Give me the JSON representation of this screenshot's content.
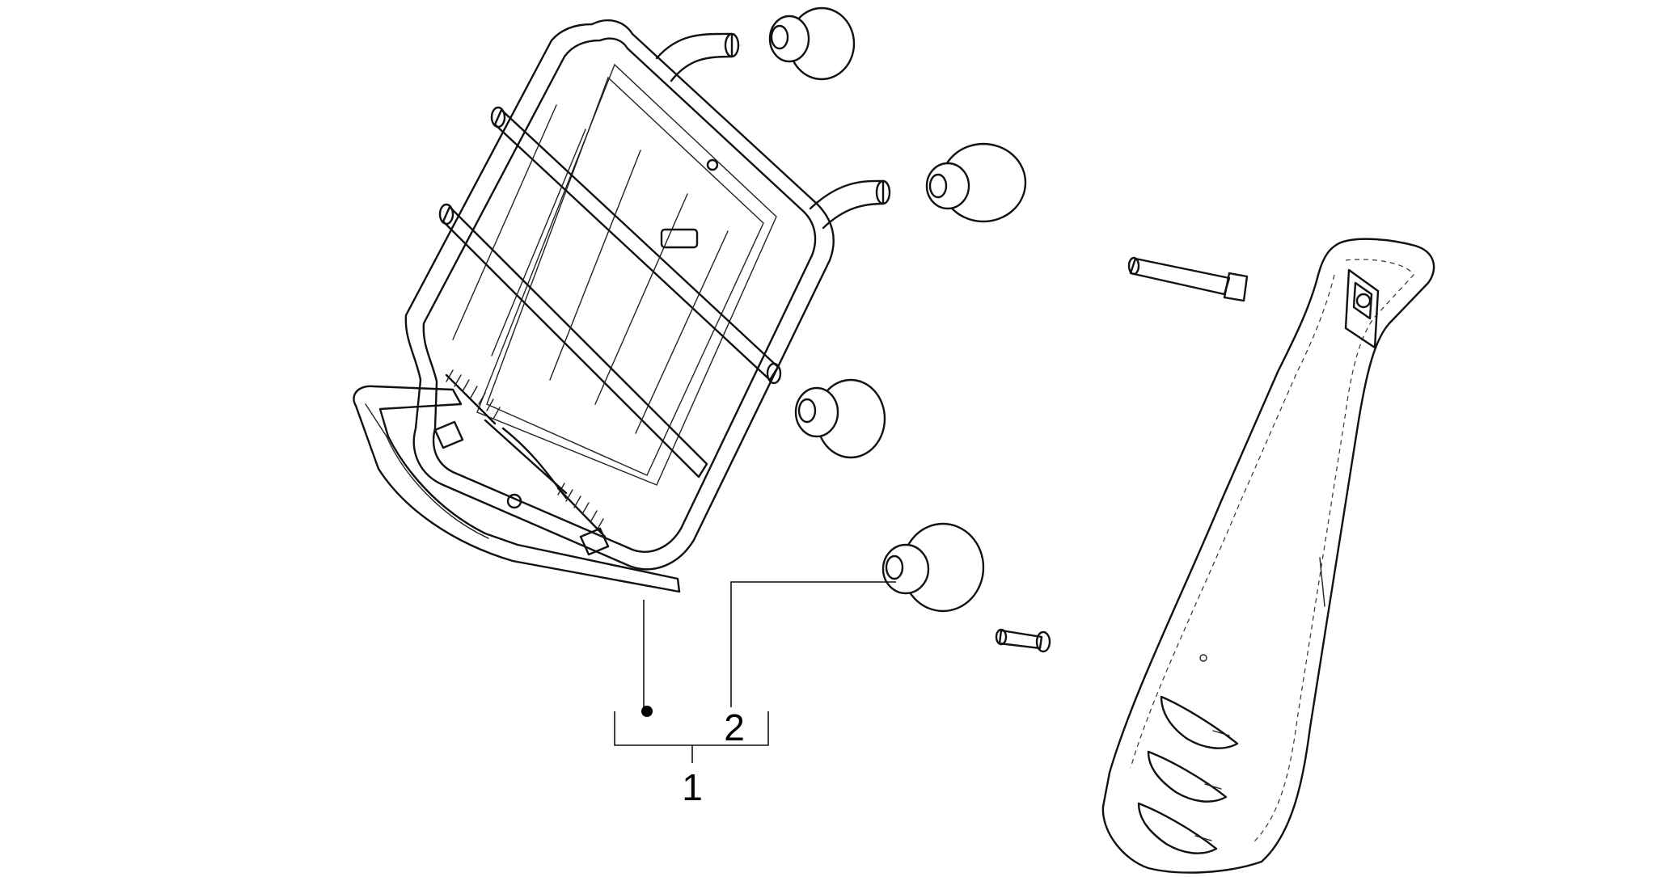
{
  "labels": {
    "callout_1": "1",
    "callout_2": "2"
  },
  "parts": [
    {
      "id": "luggage-rack",
      "callout": "1"
    },
    {
      "id": "rubber-buffer",
      "callout": "2"
    }
  ],
  "colors": {
    "line": "#111111",
    "background": "#ffffff"
  }
}
